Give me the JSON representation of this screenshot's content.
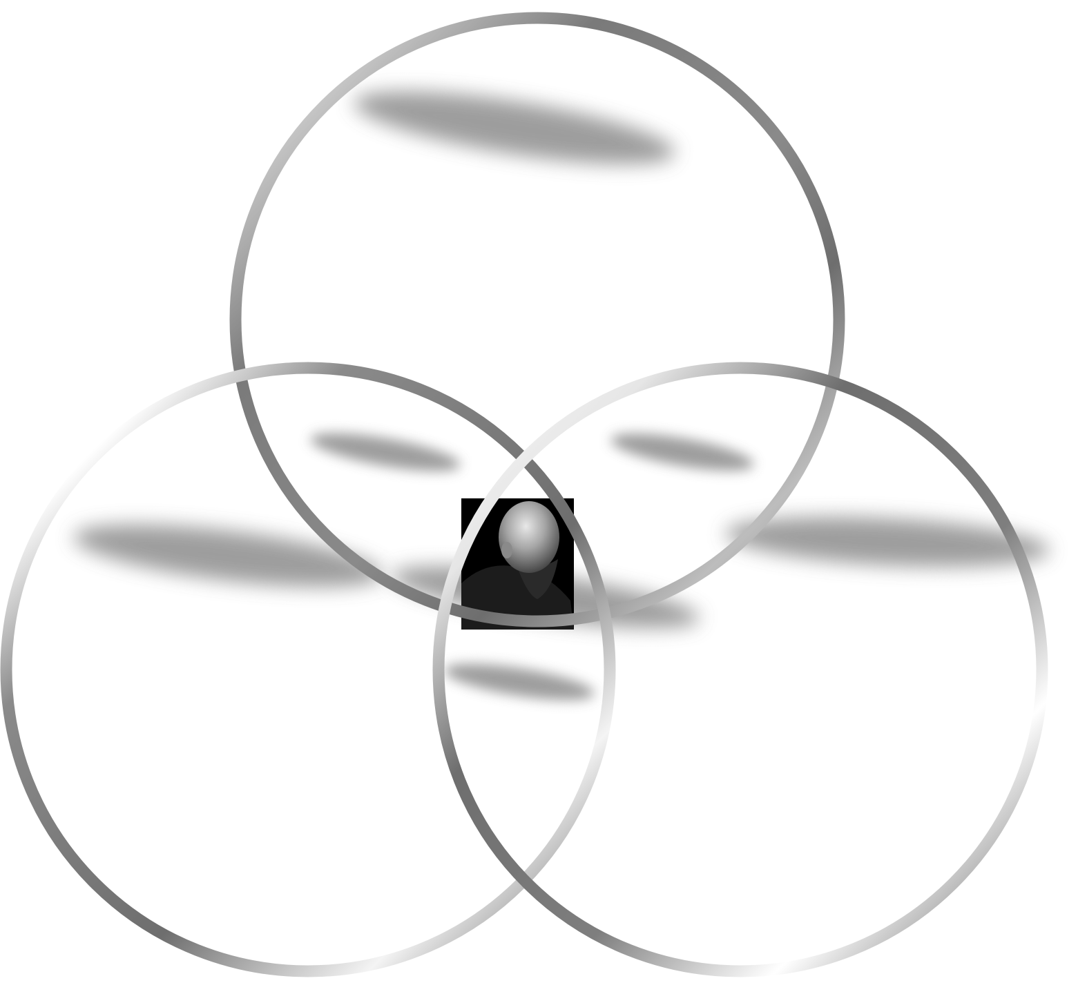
{
  "diagram": {
    "type": "venn",
    "circle_count": 3,
    "labels": [
      "",
      "",
      ""
    ],
    "center_image": "portrait-photo",
    "colors": {
      "ring_dark": "#6e6e6e",
      "ring_mid": "#9a9a9a",
      "ring_light": "#ffffff",
      "shadow": "#8c8c8c",
      "photo_background": "#000000"
    }
  }
}
